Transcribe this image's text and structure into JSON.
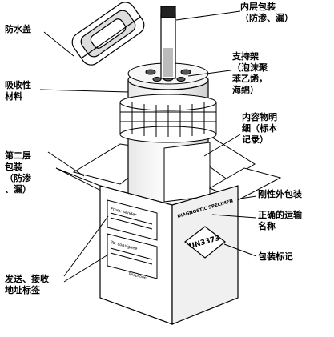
{
  "labels": {
    "cap": "防水盖",
    "inner_line1": "内层包装",
    "inner_line2": "（防渗、漏）",
    "absorbent_line1": "吸收性",
    "absorbent_line2": "材料",
    "rack_line1": "支持架",
    "rack_line2": "（泡沫聚",
    "rack_line3": "苯乙烯，",
    "rack_line4": "海绵）",
    "contents_line1": "内容物明",
    "contents_line2": "细（标本",
    "contents_line3": "记录）",
    "second_line1": "第二层",
    "second_line2": "包装",
    "second_line3": "（防渗",
    "second_line4": "、漏）",
    "outer": "刚性外包装",
    "shipping_line1": "正确的运输",
    "shipping_line2": "名称",
    "mark": "包装标记",
    "address_line1": "发送、接收",
    "address_line2": "地址标签"
  },
  "box_text": {
    "side_label": "DIAGNOSTIC SPECIMEN",
    "mark": "UN3373",
    "address_top": "From: sender",
    "address_bottom": "To: consignee",
    "address_sub": "Telephone"
  }
}
